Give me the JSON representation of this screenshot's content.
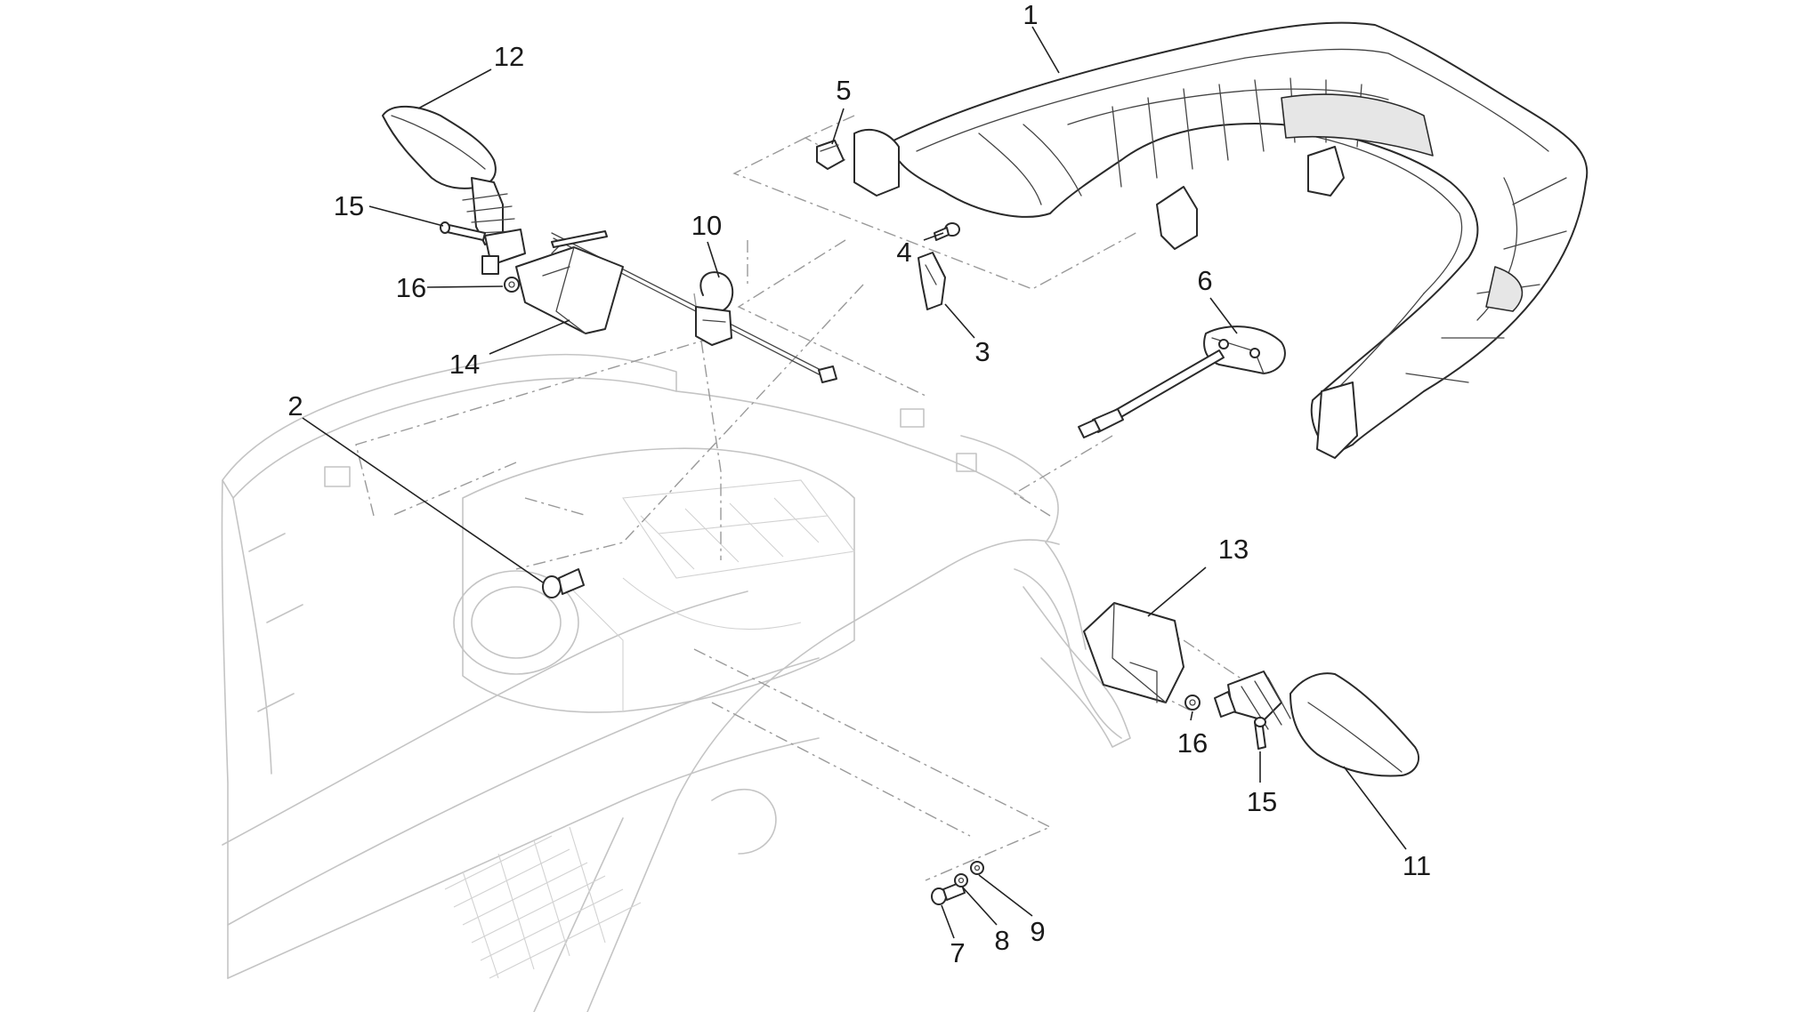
{
  "callouts": [
    {
      "label": "1"
    },
    {
      "label": "2"
    },
    {
      "label": "3"
    },
    {
      "label": "4"
    },
    {
      "label": "5"
    },
    {
      "label": "6"
    },
    {
      "label": "7"
    },
    {
      "label": "8"
    },
    {
      "label": "9"
    },
    {
      "label": "10"
    },
    {
      "label": "11"
    },
    {
      "label": "12"
    },
    {
      "label": "13"
    },
    {
      "label": "14"
    },
    {
      "label": "15"
    },
    {
      "label": "15"
    },
    {
      "label": "16"
    },
    {
      "label": "16"
    }
  ],
  "colors": {
    "line": "#2a2a2a",
    "ghost": "#c4c4c4",
    "dash": "#9a9a9a",
    "background": "#ffffff"
  }
}
